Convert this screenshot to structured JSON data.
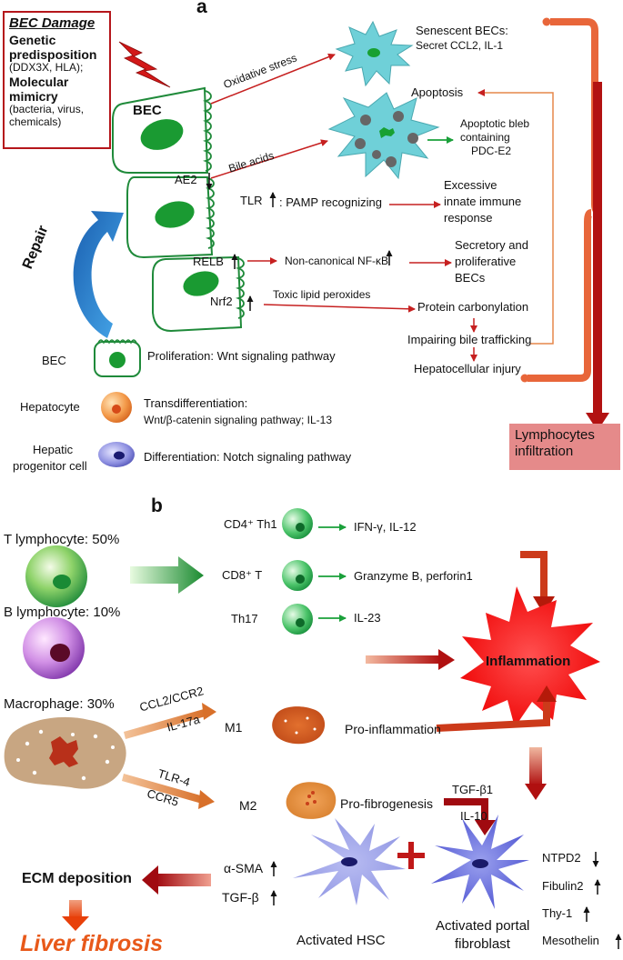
{
  "panel_a": {
    "label": "a",
    "damage_box": {
      "title": "BEC Damage",
      "genetic_title": "Genetic predisposition",
      "genetic_detail": "(DDX3X, HLA);",
      "mimicry_title": "Molecular mimicry",
      "mimicry_detail": "(bacteria, virus, chemicals)"
    },
    "cell_label": "BEC",
    "ae2": "AE2",
    "tlr": "TLR",
    "relb": "RELB",
    "nrf2": "Nrf2",
    "repair": "Repair",
    "oxidative_stress": "Oxidative stress",
    "bile_acids": "Bile acids",
    "pamp": ": PAMP recognizing",
    "nfkb": "Non-canonical NF-κB",
    "toxic": "Toxic lipid peroxides",
    "senescent_title": "Senescent BECs:",
    "senescent_detail": "Secret CCL2, IL-1",
    "apoptosis": "Apoptosis",
    "bleb_1": "Apoptotic bleb",
    "bleb_2": "containing",
    "bleb_3": "PDC-E2",
    "innate_1": "Excessive",
    "innate_2": "innate immune",
    "innate_3": "response",
    "secretory_1": "Secretory and",
    "secretory_2": "proliferative",
    "secretory_3": "BECs",
    "carbonylation": "Protein carbonylation",
    "impairing": "Impairing bile trafficking",
    "hepatocellular": "Hepatocellular injury",
    "lymphocytes": "Lymphocytes infiltration",
    "bec_row_label": "BEC",
    "bec_row_text": "Proliferation: Wnt signaling pathway",
    "hep_label": "Hepatocyte",
    "hep_text_1": "Transdifferentiation:",
    "hep_text_2": "Wnt/β-catenin signaling pathway; IL-13",
    "prog_label_1": "Hepatic",
    "prog_label_2": "progenitor cell",
    "prog_text": "Differentiation: Notch signaling pathway"
  },
  "panel_b": {
    "label": "b",
    "t_lymph": "T lymphocyte: 50%",
    "b_lymph": "B lymphocyte: 10%",
    "macrophage": "Macrophage: 30%",
    "cd4": "CD4⁺ Th1",
    "cd8": "CD8⁺ T",
    "th17": "Th17",
    "cd4_out": "IFN-γ, IL-12",
    "cd8_out": "Granzyme B, perforin1",
    "th17_out": "IL-23",
    "inflammation": "Inflammation",
    "ccl2": "CCL2/CCR2",
    "il17a": "IL-17a",
    "tlr4": "TLR-4",
    "ccr5": "CCR5",
    "m1": "M1",
    "m2": "M2",
    "pro_inflammation": "Pro-inflammation",
    "pro_fibrogenesis": "Pro-fibrogenesis",
    "tgfb1": "TGF-β1",
    "il10": "IL-10",
    "asma": "α-SMA",
    "tgfb": "TGF-β",
    "ecm": "ECM deposition",
    "liver_fibrosis": "Liver fibrosis",
    "hsc": "Activated HSC",
    "portal_1": "Activated portal",
    "portal_2": "fibroblast",
    "ntpd2": "NTPD2",
    "fibulin2": "Fibulin2",
    "thy1": "Thy-1",
    "mesothelin": "Mesothelin"
  },
  "colors": {
    "dark_red": "#b5161b",
    "arrow_red": "#c62020",
    "cell_green": "#1f8a3a",
    "nucleus_green": "#18a032",
    "blue_arrow": "#1c78c8",
    "lymph_box": "#e58a8a",
    "inflammation_red": "#ff1a1a",
    "fibrosis_orange": "#e8591a",
    "senescent_teal": "#6fd0d8"
  }
}
